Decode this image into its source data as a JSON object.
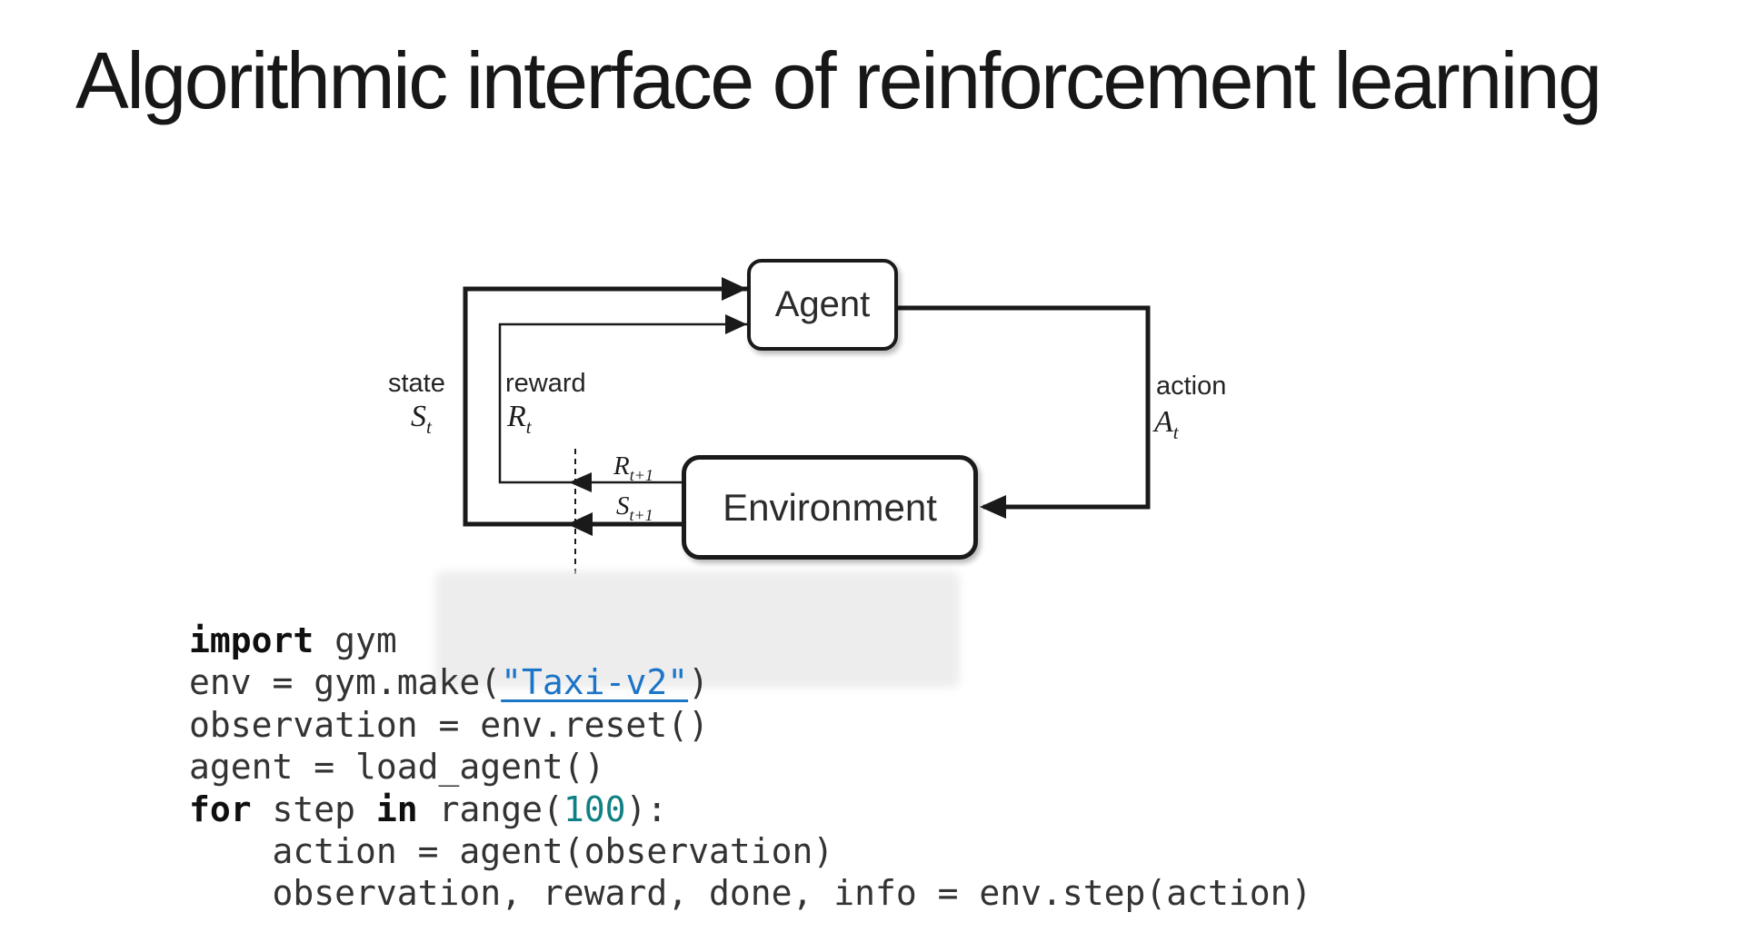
{
  "slide": {
    "title": "Algorithmic interface of reinforcement learning"
  },
  "diagram": {
    "agent_label": "Agent",
    "environment_label": "Environment",
    "state_label": "state",
    "reward_label": "reward",
    "action_label": "action",
    "state_symbol": {
      "base": "S",
      "sub": "t"
    },
    "reward_symbol": {
      "base": "R",
      "sub": "t"
    },
    "action_symbol": {
      "base": "A",
      "sub": "t"
    },
    "next_reward_symbol": {
      "base": "R",
      "sub": "t+1"
    },
    "next_state_symbol": {
      "base": "S",
      "sub": "t+1"
    }
  },
  "code": {
    "lines": [
      [
        {
          "t": "import",
          "s": "kw"
        },
        {
          "t": " gym",
          "s": "plain"
        }
      ],
      [
        {
          "t": "env = gym.make(",
          "s": "plain"
        },
        {
          "t": "\"Taxi-v2\"",
          "s": "link"
        },
        {
          "t": ")",
          "s": "plain"
        }
      ],
      [
        {
          "t": "observation = env.reset()",
          "s": "plain"
        }
      ],
      [
        {
          "t": "agent = load_agent()",
          "s": "plain"
        }
      ],
      [
        {
          "t": "for",
          "s": "kw"
        },
        {
          "t": " step ",
          "s": "plain"
        },
        {
          "t": "in",
          "s": "kw"
        },
        {
          "t": " range(",
          "s": "plain"
        },
        {
          "t": "100",
          "s": "num"
        },
        {
          "t": "):",
          "s": "plain"
        }
      ],
      [
        {
          "t": "    action = agent(observation)",
          "s": "plain"
        }
      ],
      [
        {
          "t": "    observation, reward, done, info = env.step(action)",
          "s": "plain"
        }
      ]
    ]
  },
  "colors": {
    "link_blue": "#1b75c8",
    "number_teal": "#118084",
    "code_text": "#333333",
    "keyword": "#0f0f0f",
    "line_black": "#1a1a1a"
  }
}
